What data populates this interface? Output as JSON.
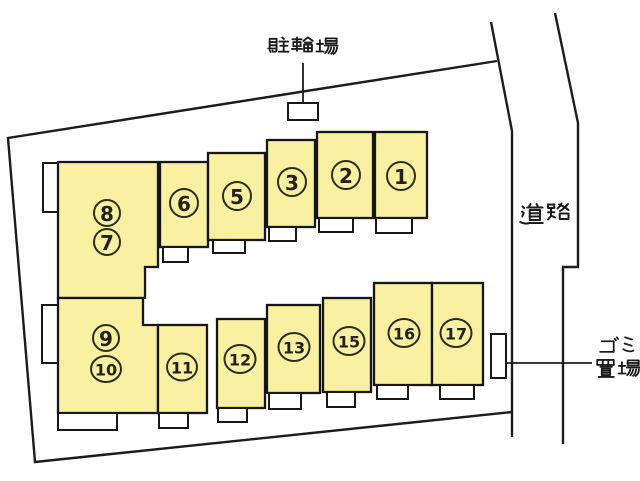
{
  "diagram": {
    "type": "site-plan",
    "background_color": "#ffffff",
    "outline_color": "#1c1c1c",
    "unit_fill_color": "#f9f1a1",
    "labels": {
      "bicycle_parking": "駐輪場",
      "road": "道路",
      "garbage_line1": "ゴミ",
      "garbage_line2": "置場",
      "garbage_full": "ゴミ置場"
    },
    "units": [
      {
        "number": "1"
      },
      {
        "number": "2"
      },
      {
        "number": "3"
      },
      {
        "number": "5"
      },
      {
        "number": "6"
      },
      {
        "number": "7"
      },
      {
        "number": "8"
      },
      {
        "number": "9"
      },
      {
        "number": "10"
      },
      {
        "number": "11"
      },
      {
        "number": "12"
      },
      {
        "number": "13"
      },
      {
        "number": "15"
      },
      {
        "number": "16"
      },
      {
        "number": "17"
      }
    ]
  }
}
